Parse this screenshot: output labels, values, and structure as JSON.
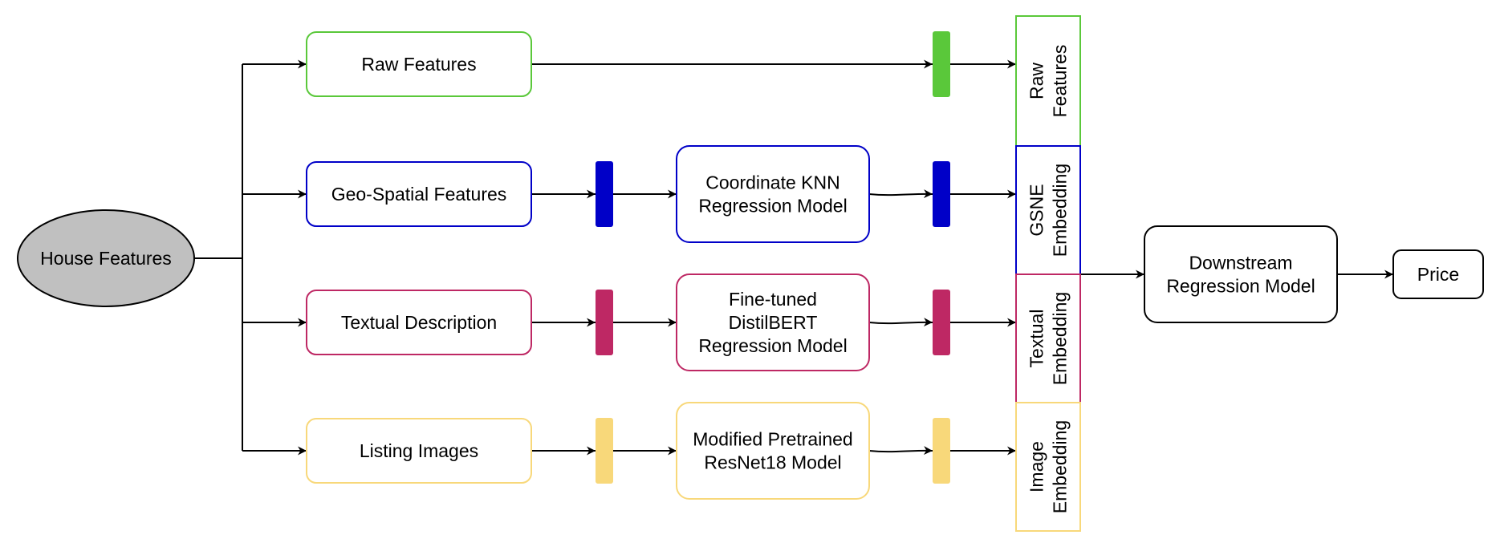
{
  "source": {
    "label": "House Features",
    "fill": "#c0c0c0"
  },
  "rows": [
    {
      "input": [
        "Raw Features"
      ],
      "model": null,
      "output": [
        "Raw",
        "Features"
      ],
      "color": "#5ac83a"
    },
    {
      "input": [
        "Geo-Spatial Features"
      ],
      "model": [
        "Coordinate KNN",
        "Regression Model"
      ],
      "output": [
        "GSNE",
        "Embedding"
      ],
      "color": "#0000c8"
    },
    {
      "input": [
        "Textual Description"
      ],
      "model": [
        "Fine-tuned",
        "DistilBERT",
        "Regression Model"
      ],
      "output": [
        "Textual",
        "Embedding"
      ],
      "color": "#be2864"
    },
    {
      "input": [
        "Listing Images"
      ],
      "model": [
        "Modified Pretrained",
        "ResNet18 Model"
      ],
      "output": [
        "Image",
        "Embedding"
      ],
      "color": "#f8d87a"
    }
  ],
  "downstream": [
    "Downstream",
    "Regression Model"
  ],
  "result": {
    "label": "Price"
  }
}
